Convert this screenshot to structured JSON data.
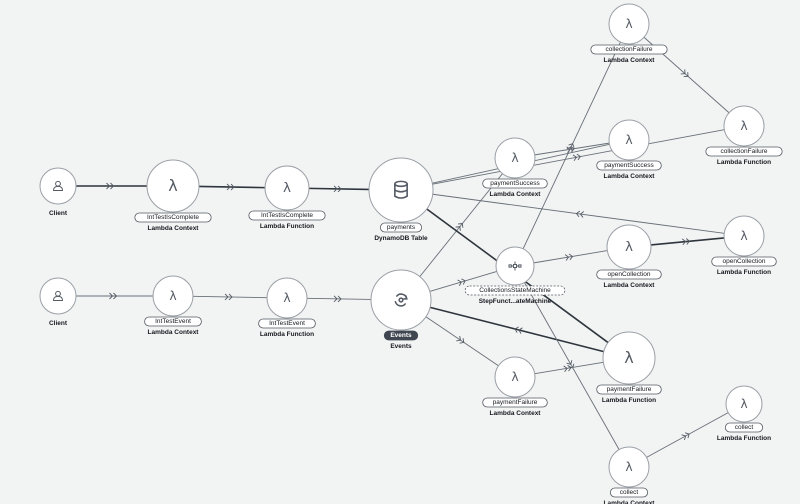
{
  "nodes": [
    {
      "id": "client1",
      "icon": "user-icon",
      "label": "",
      "caption": "Client"
    },
    {
      "id": "intTestIsCompleteCtx",
      "icon": "lambda-icon",
      "label": "IntTestIsComplete",
      "caption": "Lambda Context"
    },
    {
      "id": "intTestIsCompleteFn",
      "icon": "lambda-icon",
      "label": "IntTestIsComplete",
      "caption": "Lambda Function"
    },
    {
      "id": "payments",
      "icon": "dynamodb-icon",
      "label": "payments",
      "caption": "DynamoDB Table"
    },
    {
      "id": "client2",
      "icon": "user-icon",
      "label": "",
      "caption": "Client"
    },
    {
      "id": "intTestEventCtx",
      "icon": "lambda-icon",
      "label": "IntTestEvent",
      "caption": "Lambda Context"
    },
    {
      "id": "intTestEventFn",
      "icon": "lambda-icon",
      "label": "IntTestEvent",
      "caption": "Lambda Function"
    },
    {
      "id": "events",
      "icon": "eventbridge-icon",
      "label": "Events",
      "caption": "Events",
      "dark": true
    },
    {
      "id": "collectionFailureCtx",
      "icon": "lambda-icon",
      "label": "collectionFailure",
      "caption": "Lambda Context"
    },
    {
      "id": "collectionFailureFn",
      "icon": "lambda-icon",
      "label": "collectionFailure",
      "caption": "Lambda Function"
    },
    {
      "id": "paymentSuccessCtx",
      "icon": "lambda-icon",
      "label": "paymentSuccess",
      "caption": "Lambda Context"
    },
    {
      "id": "paymentSuccessFn",
      "icon": "lambda-icon",
      "label": "paymentSuccess",
      "caption": "Lambda Context"
    },
    {
      "id": "stateMachine",
      "icon": "stepfunctions-icon",
      "label": "CollectionsStateMachine",
      "caption": "StepFunct...ateMachine",
      "dashed": true
    },
    {
      "id": "openCollectionCtx",
      "icon": "lambda-icon",
      "label": "openCollection",
      "caption": "Lambda Context"
    },
    {
      "id": "openCollectionFn",
      "icon": "lambda-icon",
      "label": "openCollection",
      "caption": "Lambda Function"
    },
    {
      "id": "paymentFailureCtx",
      "icon": "lambda-icon",
      "label": "paymentFailure",
      "caption": "Lambda Context"
    },
    {
      "id": "paymentFailureFn",
      "icon": "lambda-icon",
      "label": "paymentFailure",
      "caption": "Lambda Function"
    },
    {
      "id": "collectFn",
      "icon": "lambda-icon",
      "label": "collect",
      "caption": "Lambda Function"
    },
    {
      "id": "collectCtx",
      "icon": "lambda-icon",
      "label": "collect",
      "caption": "Lambda Context"
    }
  ],
  "edges": [
    {
      "from": "client1",
      "to": "intTestIsCompleteCtx",
      "weight": "thick"
    },
    {
      "from": "intTestIsCompleteCtx",
      "to": "intTestIsCompleteFn",
      "weight": "thick"
    },
    {
      "from": "intTestIsCompleteFn",
      "to": "payments",
      "weight": "thick"
    },
    {
      "from": "payments",
      "to": "collectionFailureFn",
      "weight": "thin"
    },
    {
      "from": "payments",
      "to": "paymentSuccessFn",
      "weight": "thin"
    },
    {
      "from": "openCollectionFn",
      "to": "payments",
      "weight": "thin"
    },
    {
      "from": "client2",
      "to": "intTestEventCtx",
      "weight": "thin"
    },
    {
      "from": "intTestEventCtx",
      "to": "intTestEventFn",
      "weight": "thin"
    },
    {
      "from": "intTestEventFn",
      "to": "events",
      "weight": "thin"
    },
    {
      "from": "events",
      "to": "paymentSuccessCtx",
      "weight": "thin"
    },
    {
      "from": "events",
      "to": "stateMachine",
      "weight": "thin"
    },
    {
      "from": "events",
      "to": "paymentFailureCtx",
      "weight": "thin"
    },
    {
      "from": "paymentFailureFn",
      "to": "events",
      "weight": "thick"
    },
    {
      "from": "paymentFailureFn",
      "to": "payments",
      "weight": "thick"
    },
    {
      "from": "paymentSuccessCtx",
      "to": "paymentSuccessFn",
      "weight": "thin"
    },
    {
      "from": "collectionFailureCtx",
      "to": "collectionFailureFn",
      "weight": "thin"
    },
    {
      "from": "stateMachine",
      "to": "collectionFailureCtx",
      "weight": "thin"
    },
    {
      "from": "stateMachine",
      "to": "openCollectionCtx",
      "weight": "thin"
    },
    {
      "from": "stateMachine",
      "to": "collectCtx",
      "weight": "thin"
    },
    {
      "from": "openCollectionCtx",
      "to": "openCollectionFn",
      "weight": "thick"
    },
    {
      "from": "paymentFailureCtx",
      "to": "paymentFailureFn",
      "weight": "thin"
    },
    {
      "from": "collectCtx",
      "to": "collectFn",
      "weight": "thin"
    }
  ],
  "colors": {
    "background": "#f2f3f3",
    "node": "#ffffff",
    "edge": "#687078",
    "edge_thick": "#2e353d",
    "badge_dark": "#3f4650"
  }
}
